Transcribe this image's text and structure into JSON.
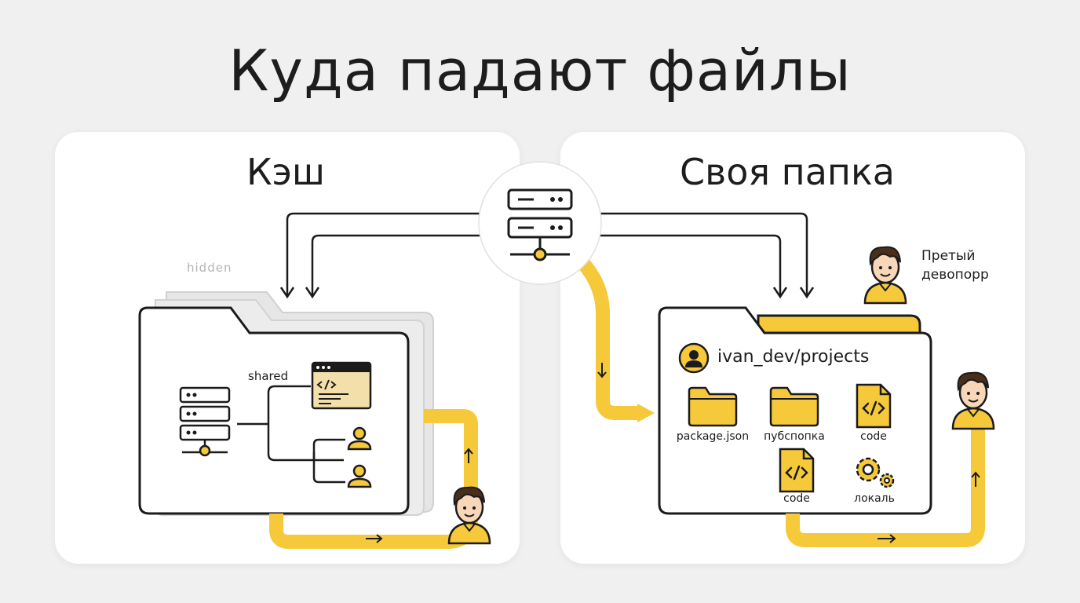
{
  "title": "Куда падают файлы",
  "cache_panel": {
    "title": "Кэш",
    "hidden_label": "hidden",
    "shared_label": "shared"
  },
  "own_folder_panel": {
    "title": "Своя папка",
    "user_label_line1": "Претый",
    "user_label_line2": "девопорр",
    "path": "ivan_dev/projects",
    "items": [
      {
        "label": "package.json",
        "icon": "folder-icon"
      },
      {
        "label": "пубспопка",
        "icon": "folder-icon"
      },
      {
        "label": "code",
        "icon": "code-file-icon"
      },
      {
        "label": "code",
        "icon": "code-file-icon"
      },
      {
        "label": "локаль",
        "icon": "gear-icon"
      }
    ]
  },
  "colors": {
    "accent": "#f6c93a",
    "outline": "#1b1b1b",
    "panel": "#ffffff",
    "background": "#f0f0f0",
    "hidden_folder": "#e4e4e4"
  }
}
